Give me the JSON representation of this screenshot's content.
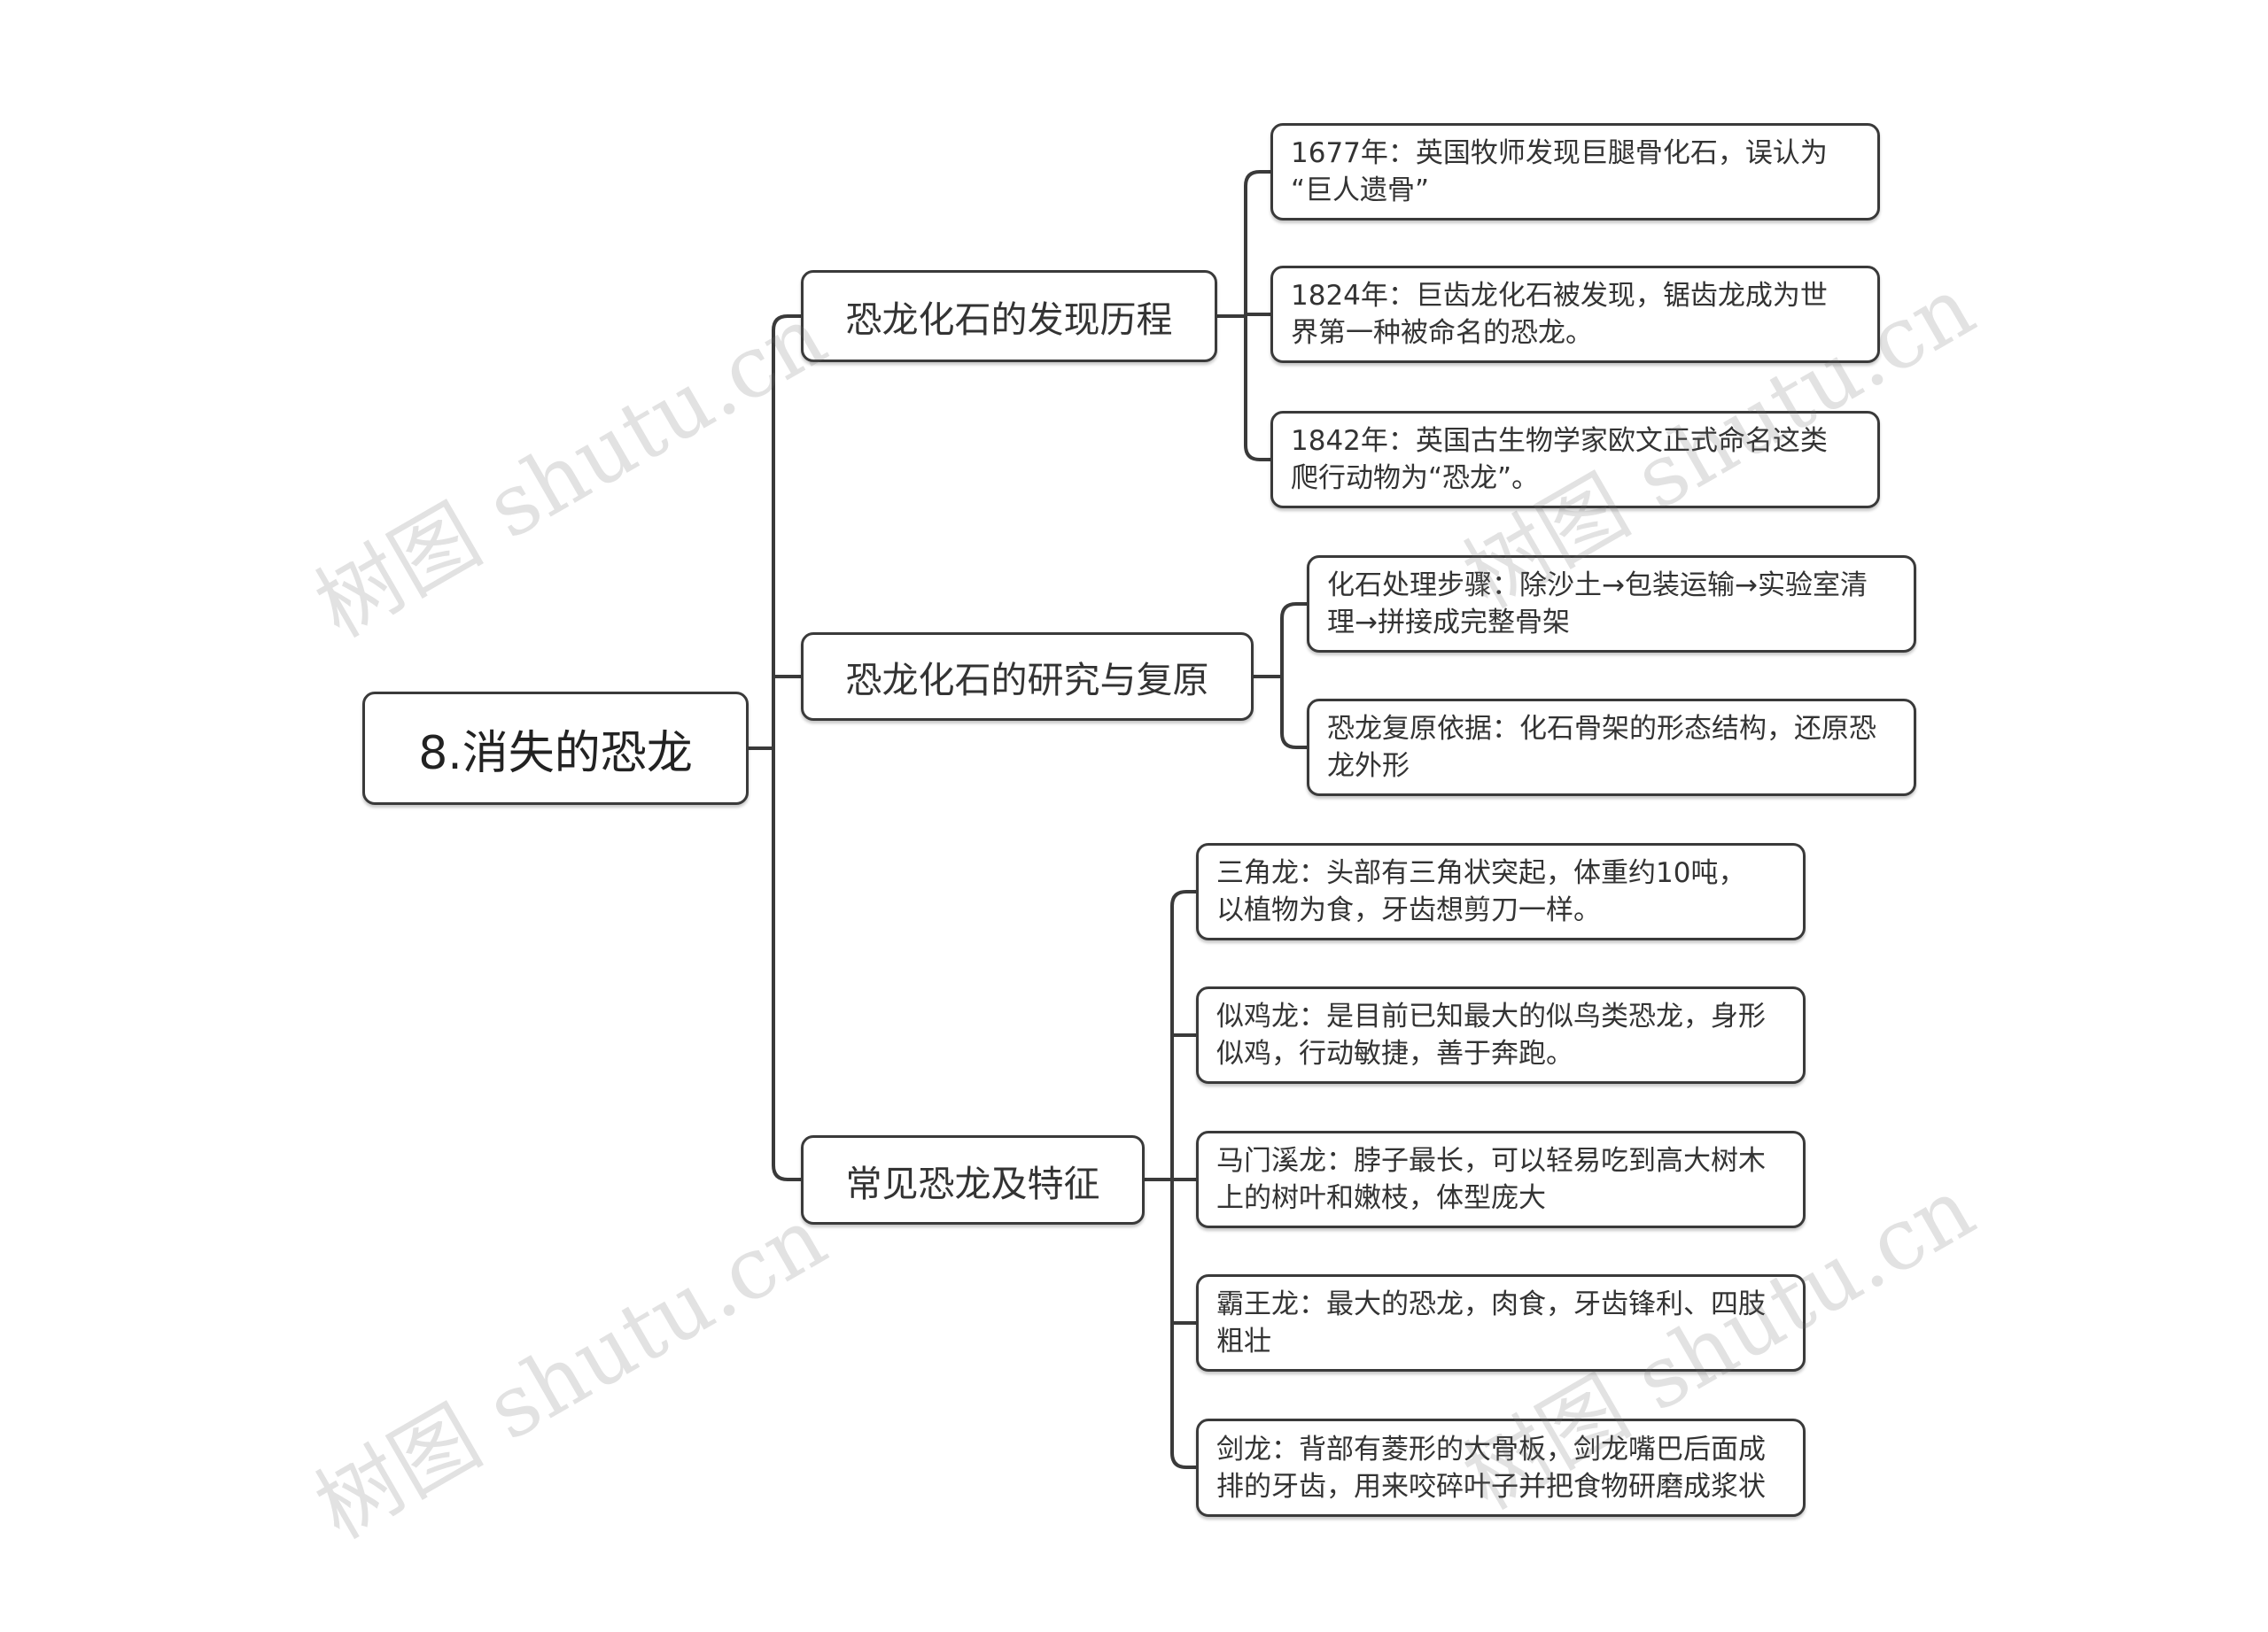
{
  "root": {
    "label": "8.消失的恐龙"
  },
  "branches": [
    {
      "label": "恐龙化石的发现历程",
      "leaves": [
        {
          "lines": [
            "1677年：英国牧师发现巨腿骨化石，误认为",
            "“巨人遗骨”"
          ]
        },
        {
          "lines": [
            "1824年：巨齿龙化石被发现，锯齿龙成为世",
            "界第一种被命名的恐龙。"
          ]
        },
        {
          "lines": [
            "1842年：英国古生物学家欧文正式命名这类",
            "爬行动物为“恐龙”。"
          ]
        }
      ]
    },
    {
      "label": "恐龙化石的研究与复原",
      "leaves": [
        {
          "lines": [
            "化石处理步骤：除沙土→包装运输→实验室清",
            "理→拼接成完整骨架"
          ]
        },
        {
          "lines": [
            "恐龙复原依据：化石骨架的形态结构，还原恐",
            "龙外形"
          ]
        }
      ]
    },
    {
      "label": "常见恐龙及特征",
      "leaves": [
        {
          "lines": [
            "三角龙：头部有三角状突起，体重约10吨，",
            "以植物为食，牙齿想剪刀一样。"
          ]
        },
        {
          "lines": [
            "似鸡龙：是目前已知最大的似鸟类恐龙，身形",
            "似鸡，行动敏捷，善于奔跑。"
          ]
        },
        {
          "lines": [
            "马门溪龙：脖子最长，可以轻易吃到高大树木",
            "上的树叶和嫩枝，体型庞大"
          ]
        },
        {
          "lines": [
            "霸王龙：最大的恐龙，肉食，牙齿锋利、四肢",
            "粗壮"
          ]
        },
        {
          "lines": [
            "剑龙：背部有菱形的大骨板，剑龙嘴巴后面成",
            "排的牙齿，用来咬碎叶子并把食物研磨成浆状"
          ]
        }
      ]
    }
  ],
  "watermark": "树图 shutu.cn",
  "colors": {
    "background": "#ffffff",
    "node_border": "#3a3a3a",
    "connector": "#3a3a3a",
    "text": "#333333"
  }
}
